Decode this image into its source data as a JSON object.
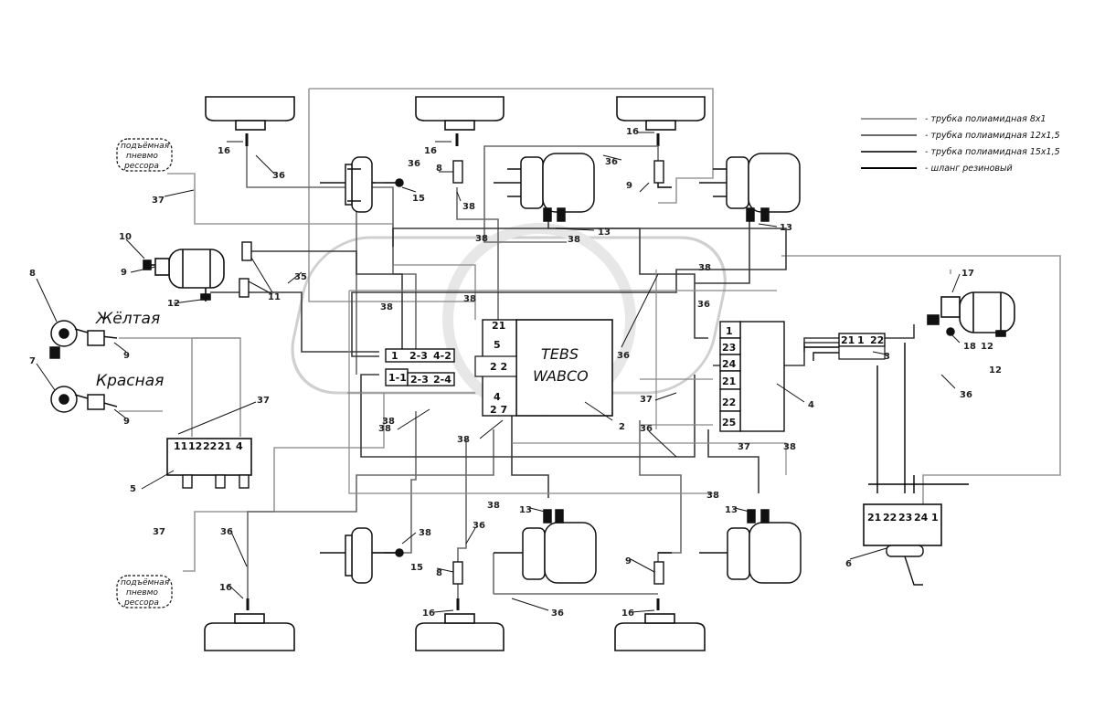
{
  "legend": [
    {
      "text": "- трубка полиамидная 8х1",
      "color": "#9a9a9a"
    },
    {
      "text": "- трубка полиамидная 12х1,5",
      "color": "#6a6a6a"
    },
    {
      "text": "- трубка полиамидная 15х1,5",
      "color": "#3a3a3a"
    },
    {
      "text": "- шланг резиновый",
      "color": "#000000"
    }
  ],
  "couplings": {
    "yellow": "Жёлтая",
    "red": "Красная"
  },
  "tebs": {
    "line1": "TEBS",
    "line2": "WABCO"
  },
  "air_spring_note": {
    "l1": "подъёмная",
    "l2": "пневмо",
    "l3": "рессора"
  },
  "module_ports": [
    "1",
    "23",
    "24",
    "21",
    "22",
    "25"
  ],
  "tebs_ports": {
    "p21": "21",
    "p5": "5",
    "p22": "2 2",
    "p4": "4",
    "p27": "2 7"
  },
  "valve_top": {
    "a": "1",
    "b": "2-3",
    "c": "4-2",
    "d": "1-1",
    "e": "2-3",
    "f": "2-4"
  },
  "block5_ports": [
    "11",
    "12",
    "22",
    "21",
    "4"
  ],
  "block6_ports": [
    "21",
    "22",
    "23",
    "24",
    "1"
  ],
  "valve3_ports": [
    "21",
    "1",
    "22"
  ],
  "callouts": {
    "n1": "16",
    "n2": "36",
    "n3": "37",
    "n4": "16",
    "n5": "36",
    "n6": "8",
    "n7": "38",
    "n8": "15",
    "n9": "16",
    "n10": "36",
    "n11": "9",
    "n12": "13",
    "n13": "13",
    "n14": "38",
    "n15": "38",
    "n16": "10",
    "n17": "9",
    "n18": "12",
    "n19": "11",
    "n20": "35",
    "n21": "38",
    "n22": "38",
    "n23": "36",
    "n24": "36",
    "n25": "8",
    "n26": "9",
    "n27": "7",
    "n28": "9",
    "n29": "37",
    "n30": "5",
    "n31": "38",
    "n32": "38",
    "n33": "37",
    "n34": "36",
    "n35": "2",
    "n36": "4",
    "n37": "37",
    "n38": "38",
    "n39": "38",
    "n40": "38",
    "n41": "13",
    "n42": "13",
    "n43": "38",
    "n44": "37",
    "n45": "36",
    "n46": "38",
    "n47": "36",
    "n48": "15",
    "n49": "8",
    "n50": "9",
    "n51": "16",
    "n52": "36",
    "n53": "16",
    "n54": "16",
    "n55": "17",
    "n56": "3",
    "n57": "18",
    "n58": "12",
    "n59": "12",
    "n60": "36",
    "n61": "6",
    "n62": "38"
  }
}
